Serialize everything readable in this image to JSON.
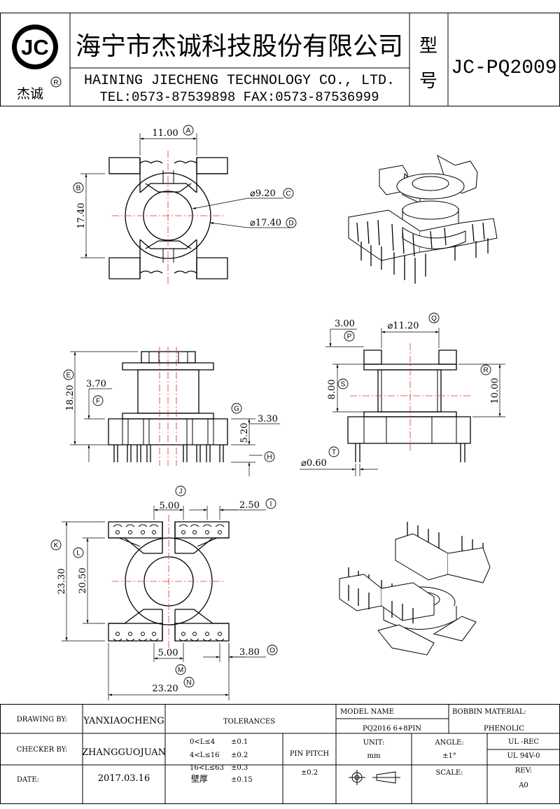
{
  "header": {
    "logo_text": "JC",
    "logo_sub": "杰诚",
    "registered_mark": "R",
    "company_cn": "海宁市杰诚科技股份有限公司",
    "company_en": "HAINING JIECHENG TECHNOLOGY CO., LTD.",
    "contact": "TEL:0573-87539898   FAX:0573-87536999",
    "model_label_1": "型",
    "model_label_2": "号",
    "model_no": "JC-PQ2009"
  },
  "dimensions": {
    "A": "11.00",
    "B": "17.40",
    "C": "9.20",
    "D": "17.40",
    "P": "3.00",
    "Q": "11.20",
    "R": "10.00",
    "S": "8.00",
    "T": "0.60",
    "E": "18.20",
    "F": "3.70",
    "G": "5.20",
    "G2": "3.30",
    "J": "5.00",
    "I": "2.50",
    "K": "23.30",
    "L": "20.50",
    "M": "5.00",
    "O": "3.80",
    "N": "23.20"
  },
  "labels": [
    "A",
    "B",
    "C",
    "D",
    "E",
    "F",
    "G",
    "H",
    "I",
    "J",
    "K",
    "L",
    "M",
    "N",
    "O",
    "P",
    "Q",
    "R",
    "S",
    "T"
  ],
  "title_block": {
    "drawing_by_label": "DRAWING  BY:",
    "drawing_by": "YANXIAOCHENG",
    "checker_by_label": "CHECKER  BY:",
    "checker_by": "ZHANGGUOJUAN",
    "date_label": "DATE:",
    "date": "2017.03.16",
    "tolerances_label": "TOLERANCES",
    "tol_1_range": "0<L≤4",
    "tol_1": "±0.1",
    "tol_2_range": "4<L≤16",
    "tol_2": "±0.2",
    "tol_3_range": "16<L≤63",
    "tol_3": "±0.3",
    "tol_4_range": "壁厚",
    "tol_4": "±0.15",
    "pin_pitch_label": "PIN PITCH",
    "pin_pitch": "±0.2",
    "model_name_label": "MODEL NAME",
    "model_name": "PQ2016   6+8PIN",
    "bobbin_material_label": "BOBBIN MATERIAL:",
    "bobbin_material": "PHENOLIC",
    "unit_label": "UNIT:",
    "unit": "mm",
    "angle_label": "ANGLE:",
    "angle": "±1°",
    "ul_1": "UL -REC",
    "ul_2": "UL  94V-0",
    "scale_label": "SCALE:",
    "rev_label": "REV:",
    "rev": "A0"
  }
}
